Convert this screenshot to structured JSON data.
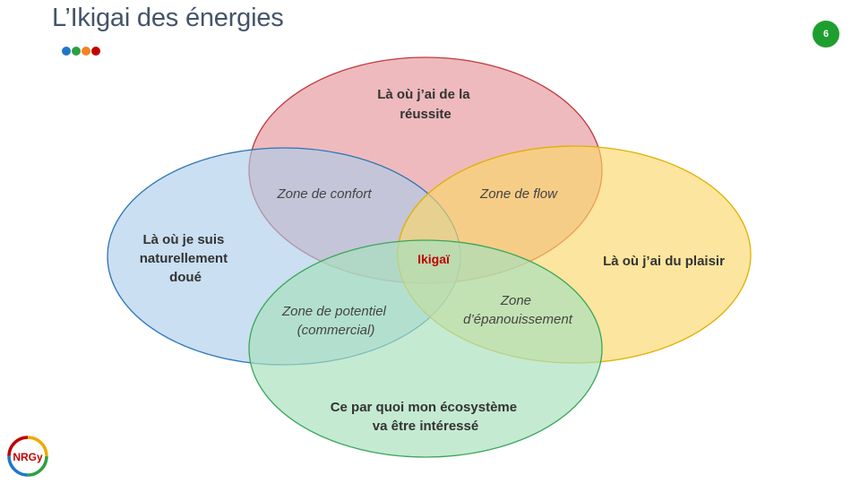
{
  "header": {
    "title": "L’Ikigai des énergies",
    "page_number": "6",
    "dot_colors": [
      "#1f77c9",
      "#2ea043",
      "#f58220",
      "#c00000"
    ]
  },
  "diagram": {
    "circles": {
      "top": {
        "lines": [
          "Là où j’ai de la",
          "réussite"
        ],
        "fill": "#e8a0a4",
        "stroke": "#c0393f"
      },
      "left": {
        "lines": [
          "Là où je suis",
          "naturellement",
          "doué"
        ],
        "fill": "#a9cbe9",
        "stroke": "#2e75b6"
      },
      "right": {
        "lines": [
          "Là où j’ai du plaisir"
        ],
        "fill": "#fbd76a",
        "stroke": "#e0b000"
      },
      "bottom": {
        "lines": [
          "Ce par quoi mon écosystème",
          "va être intéressé"
        ],
        "fill": "#a8e0bd",
        "stroke": "#3aa65a"
      }
    },
    "zones": {
      "confort": [
        "Zone de confort"
      ],
      "flow": [
        "Zone de flow"
      ],
      "potentiel": [
        "Zone de potentiel",
        "(commercial)"
      ],
      "epanouissement": [
        "Zone",
        "d’épanouissement"
      ]
    },
    "center": {
      "label": "Ikigaï",
      "color": "#c00000"
    }
  },
  "logo": {
    "text": "NRGy"
  },
  "colors": {
    "badge": "#1e9e2e",
    "title": "#44546a"
  }
}
